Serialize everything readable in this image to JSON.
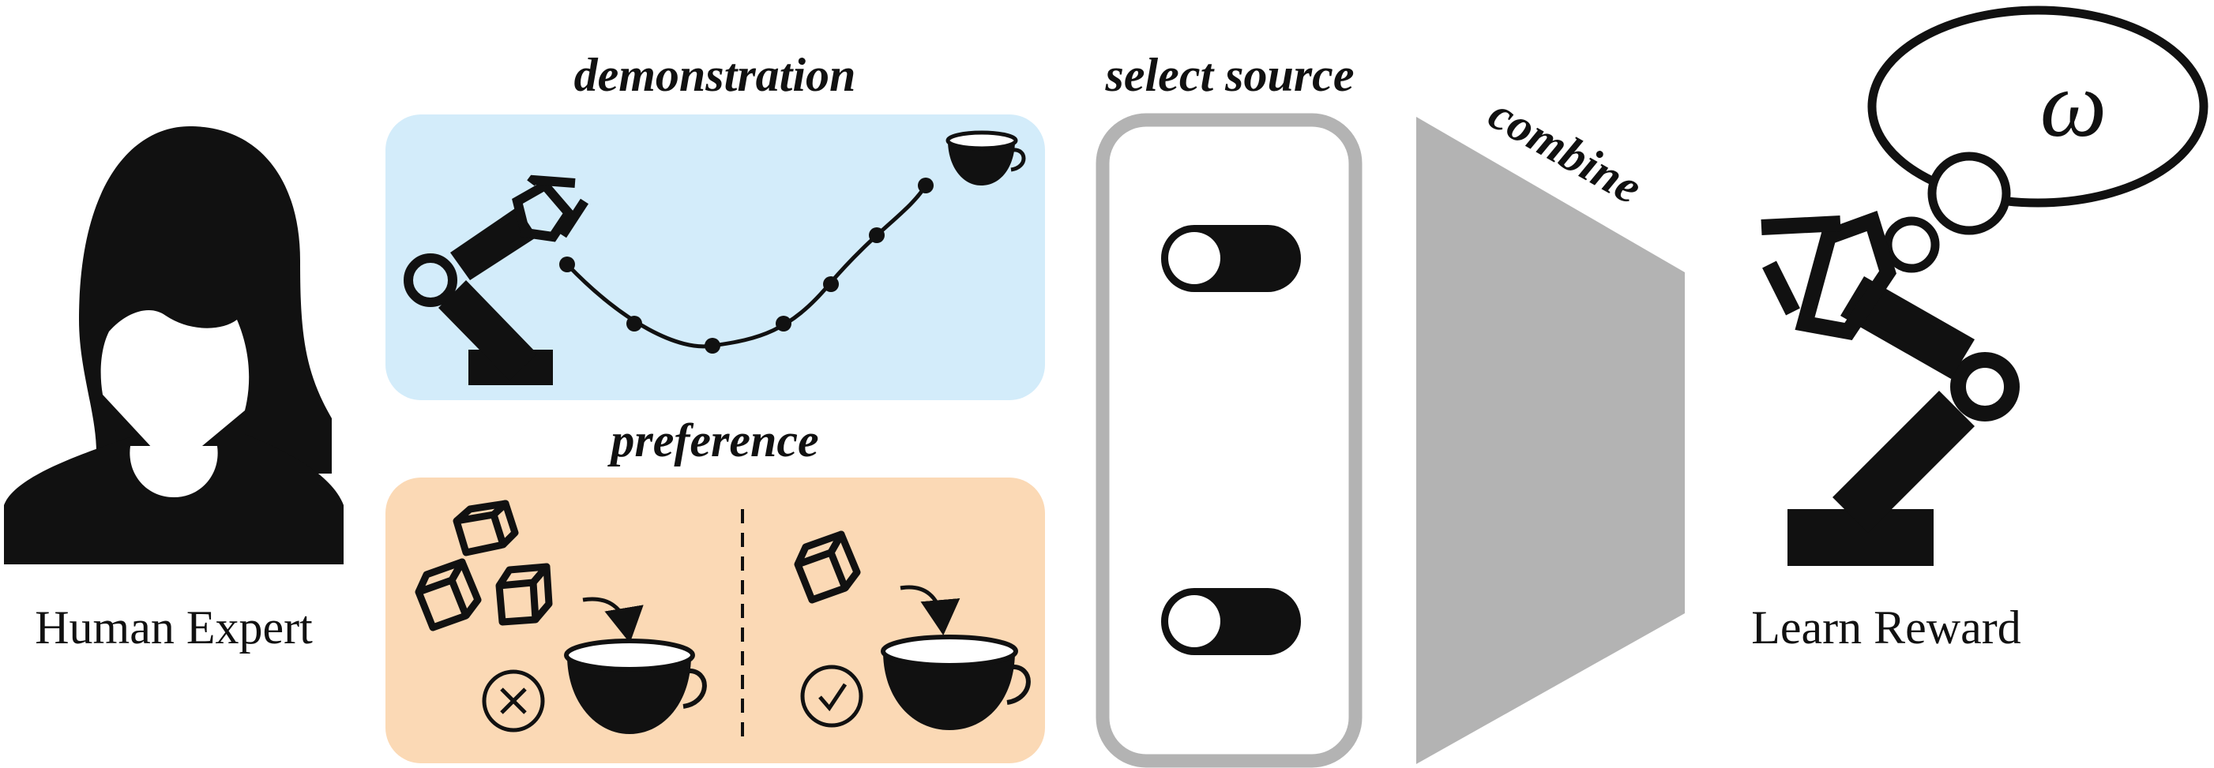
{
  "labels": {
    "human_expert": "Human Expert",
    "learn_reward": "Learn Reward",
    "demonstration": "demonstration",
    "preference": "preference",
    "select_source": "select source",
    "combine": "combine",
    "omega": "ω"
  },
  "toggles": [
    {
      "state": "off"
    },
    {
      "state": "off"
    }
  ],
  "preference": {
    "left_mark": "rejected",
    "right_mark": "accepted"
  },
  "colors": {
    "demo_panel": "#d3ecfa",
    "pref_panel": "#fbd9b5",
    "selector_border": "#b3b3b3",
    "combine_shape": "#b3b3b3",
    "ink": "#111111"
  },
  "icons": [
    "person-icon",
    "robot-arm-icon",
    "cup-icon",
    "cube-icon",
    "cross-circle-icon",
    "check-circle-icon",
    "thought-bubble-icon",
    "curved-arrow-icon"
  ]
}
